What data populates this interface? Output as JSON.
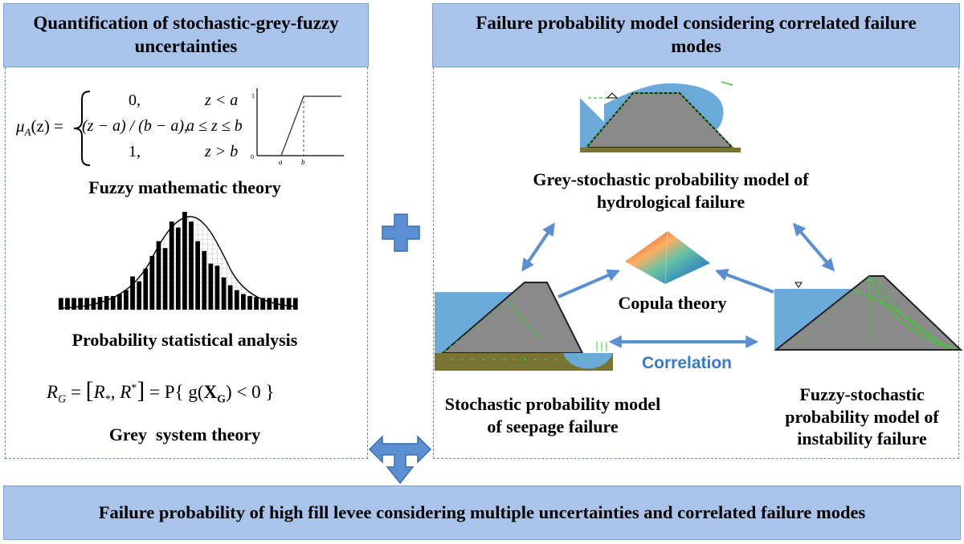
{
  "left_panel": {
    "title": "Quantification of stochastic-grey-fuzzy uncertainties",
    "fuzzy_caption": "Fuzzy mathematic theory",
    "prob_caption": "Probability statistical analysis",
    "grey_caption": "Grey  system theory",
    "membership": {
      "lhs": "μ",
      "lhs_sub": "A",
      "lhs_arg": "(z) =",
      "case1_value": "0,",
      "case1_cond": "z < a",
      "case2_value": "(z − a) / (b − a),",
      "case2_cond": "a ≤ z ≤ b",
      "case3_value": "1,",
      "case3_cond": "z > b"
    },
    "membership_plot": {
      "origin_label": "0",
      "y_tick_label": "1",
      "a_label": "a",
      "b_label": "b"
    },
    "grey_formula": {
      "lhs": "R",
      "lhs_sub": "G",
      "eq": " = ",
      "r_low": "R",
      "r_low_sub": "*",
      "comma": ",",
      "r_high": "R",
      "r_high_sup": "*",
      "rhs": " = P{ g(",
      "x": "X",
      "x_sub": "G",
      "tail": ") < 0 }"
    }
  },
  "right_panel": {
    "title": "Failure probability model considering correlated failure modes",
    "hydro_caption": "Grey-stochastic probability model of  hydrological failure",
    "copula_caption": "Copula theory",
    "correlation_label": "Correlation",
    "seepage_caption": "Stochastic probability model of seepage failure",
    "instability_caption": "Fuzzy-stochastic probability model of instability failure"
  },
  "bottom": {
    "title": "Failure probability of high fill levee considering multiple uncertainties and correlated failure modes"
  },
  "histogram_bars": [
    0.12,
    0.12,
    0.12,
    0.12,
    0.12,
    0.12,
    0.13,
    0.14,
    0.14,
    0.16,
    0.2,
    0.34,
    0.29,
    0.42,
    0.55,
    0.7,
    0.63,
    0.9,
    0.84,
    1.0,
    0.9,
    0.7,
    0.6,
    0.47,
    0.45,
    0.33,
    0.25,
    0.2,
    0.16,
    0.14,
    0.13,
    0.12,
    0.12,
    0.12,
    0.12,
    0.12,
    0.12
  ],
  "colors": {
    "header_fill": "#a9c4eb",
    "panel_dash": "#5b8fd1",
    "arrow_blue": "#5b8fd1",
    "water": "#6aa9d8",
    "levee": "#8a8a8a",
    "foundation": "#7a7434",
    "seepage_green": "#39d12a",
    "correlation_text": "#3a78c9"
  }
}
